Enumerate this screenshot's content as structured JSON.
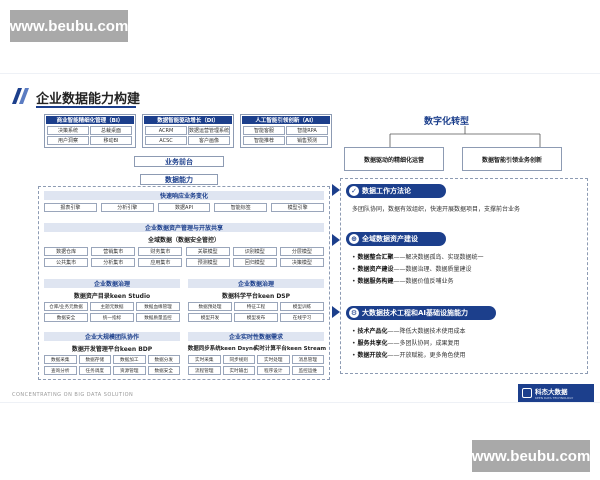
{
  "watermark": {
    "top": "www.beubu.com",
    "bottom": "www.beubu.com"
  },
  "slide": {
    "title": "企业数据能力构建",
    "footer": "CONCENTRATING ON BIG DATA SOLUTION",
    "logo": {
      "name": "科杰大数据",
      "sub": "KEEN DATA TECHNOLOGY"
    }
  },
  "top_groups": [
    {
      "title": "商业智能精细化管理（BI）",
      "cells": [
        "决策系统",
        "总裁桌面",
        "用户洞察",
        "移动BI"
      ]
    },
    {
      "title": "数据智能驱动增长（DI）",
      "cells": [
        "ACRM",
        "数据运营管理系统",
        "ACSC",
        "客户画像"
      ]
    },
    {
      "title": "人工智能引领创新（AI）",
      "cells": [
        "智能客服",
        "智能RPA",
        "智能推荐",
        "销售预测"
      ]
    }
  ],
  "business_front": "业务前台",
  "data_capability": "数据能力",
  "fast_response": {
    "title": "快速响应业务变化",
    "cells": [
      "报表引擎",
      "分析引擎",
      "数据API",
      "智能标签",
      "模型引擎"
    ]
  },
  "asset_management": {
    "title": "企业数据资产管理与开放共享",
    "subtitle": "全域数据（数据安全管控）",
    "cells": [
      [
        "数据仓库",
        "营销集市",
        "财务集市",
        "关联模型",
        "识别模型",
        "分层模型"
      ],
      [
        "公共集市",
        "分析集市",
        "应用集市",
        "预测模型",
        "回归模型",
        "决策模型"
      ]
    ]
  },
  "governance": {
    "title": "企业数据治理",
    "product": "数据资产目录keen Studio",
    "cells": [
      [
        "仓库/业务元数据",
        "主题元数据",
        "数据血缘管理"
      ],
      [
        "数据安全",
        "统一指标",
        "数据质量监控"
      ]
    ]
  },
  "science": {
    "title": "企业数据治理",
    "product": "数据科学平台keen DSP",
    "cells": [
      [
        "数据预处理",
        "特征工程",
        "模型训练"
      ],
      [
        "模型开发",
        "模型发布",
        "在线学习"
      ]
    ]
  },
  "collaboration": {
    "title": "企业大规模团队协作",
    "product": "数据开发管理平台keen BDP",
    "cells": [
      [
        "数据采集",
        "数据存储",
        "数据加工",
        "数据分发"
      ],
      [
        "查询分析",
        "任务调度",
        "资源管理",
        "数据安全"
      ]
    ]
  },
  "realtime": {
    "title": "企业实时性数据需求",
    "products": [
      "数据同步系统keen Dsync",
      "实时计算平台keen Stream"
    ],
    "cells": [
      [
        "实时采集",
        "同步规则",
        "实时处理",
        "消息管理"
      ],
      [
        "流程管理",
        "实时输出",
        "程序设计",
        "监控运维"
      ]
    ]
  },
  "digital": {
    "title": "数字化转型",
    "left": "数据驱动的精细化运营",
    "right": "数据智能引领业务创新"
  },
  "sections": [
    {
      "title": "数据工作方法论",
      "icon": "✓",
      "lines": [
        {
          "head": "",
          "text": "多团队协同，数据有效组织，快速开展数据项目，支撑前台业务"
        }
      ]
    },
    {
      "title": "全域数据资产建设",
      "icon": "⊕",
      "lines": [
        {
          "head": "数据整合汇聚",
          "text": "——解决数据孤岛、实现数据统一"
        },
        {
          "head": "数据资产建设",
          "text": "——数据治理、数据质量建设"
        },
        {
          "head": "数据服务构建",
          "text": "——数据价值反哺业务"
        }
      ]
    },
    {
      "title": "大数据技术工程和AI基础设施能力",
      "icon": "⚙",
      "lines": [
        {
          "head": "技术产品化",
          "text": "——降低大数据技术使用成本"
        },
        {
          "head": "服务共享化",
          "text": "——多团队协同，成果复用"
        },
        {
          "head": "数据开放化",
          "text": "——开放赋能，更多角色使用"
        }
      ]
    }
  ]
}
